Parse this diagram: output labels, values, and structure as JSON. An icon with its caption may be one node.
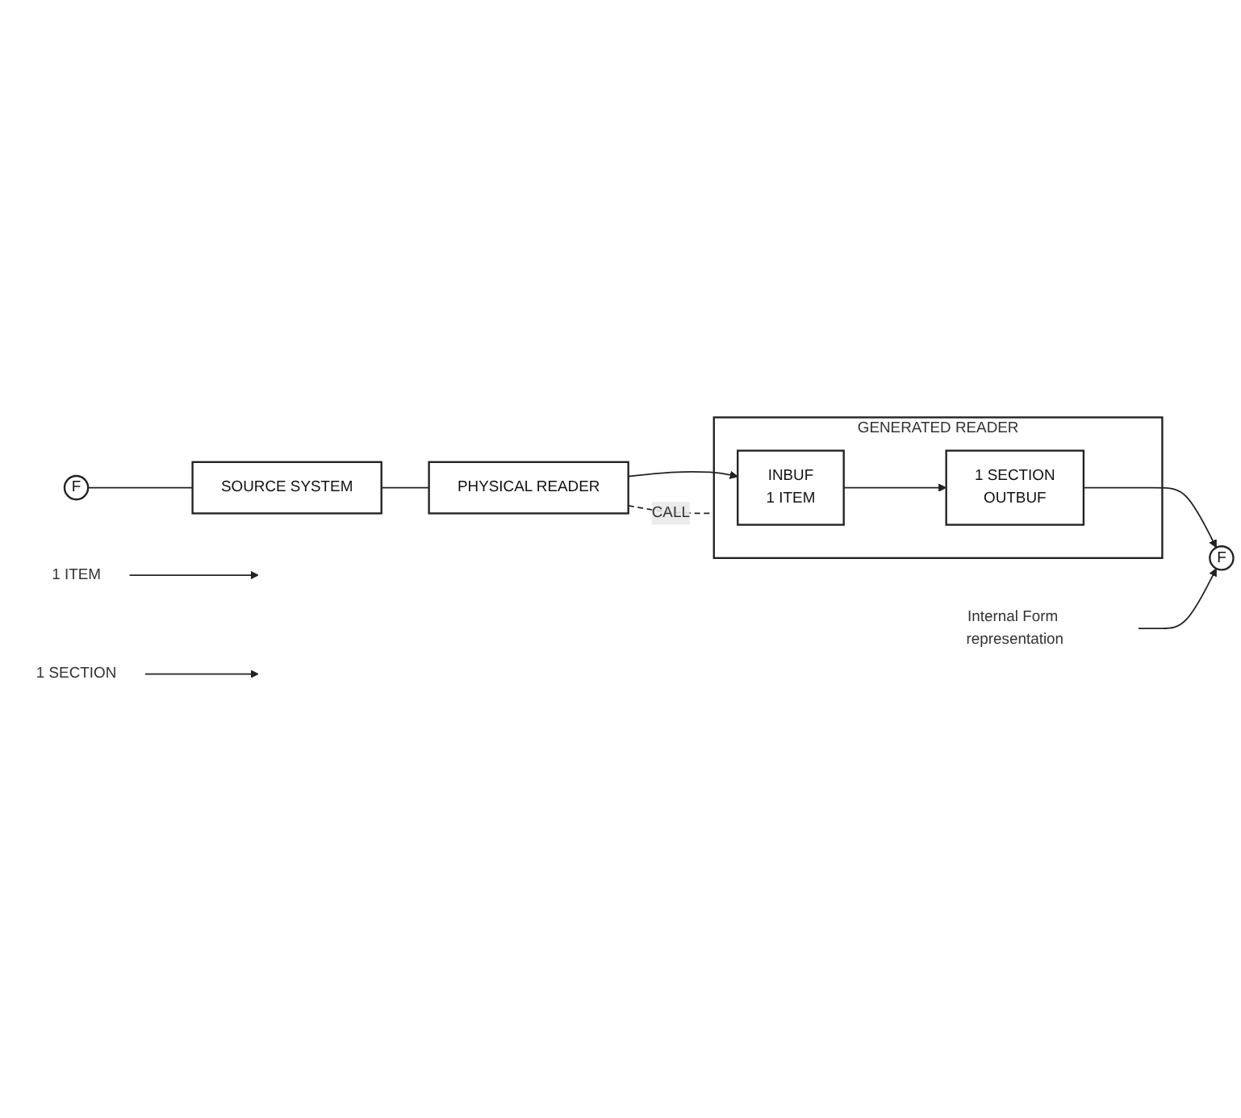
{
  "diagram": {
    "nodes": [
      {
        "text": [
          "GENERATED READER"
        ]
      },
      {
        "text": [
          "INBUF",
          "1 ITEM"
        ],
        "in": 0
      },
      {
        "text": [
          "1 SECTION",
          "OUTBUF"
        ],
        "in": 0
      },
      {
        "text": [
          "F"
        ]
      },
      {
        "text": [
          "PHYSICAL READER"
        ]
      },
      {
        "text": [
          "SOURCE SYSTEM"
        ]
      },
      {
        "text": [
          "F"
        ]
      },
      {
        "text": [
          "Internal Form representation"
        ]
      },
      {
        "text": [
          "1 ITEM"
        ]
      },
      {
        "text": [
          "1 SECTION"
        ]
      }
    ],
    "edges": [
      {
        "from": 6,
        "to": 5,
        "arrow": "none"
      },
      {
        "from": 5,
        "to": 4,
        "arrow": "none"
      },
      {
        "from": 4,
        "to": 1,
        "arrow": "to"
      },
      {
        "from": 1,
        "to": 2,
        "arrow": "to"
      },
      {
        "from": 2,
        "to": 3,
        "arrow": "to"
      },
      {
        "from": 4,
        "to": 0,
        "arrow": "none",
        "label": "CALL",
        "style": "dashed"
      },
      {
        "from": 7,
        "to": 3,
        "arrow": "to"
      },
      {
        "from": 8,
        "to": null,
        "arrow": "to"
      },
      {
        "from": 9,
        "to": null,
        "arrow": "to"
      }
    ]
  }
}
